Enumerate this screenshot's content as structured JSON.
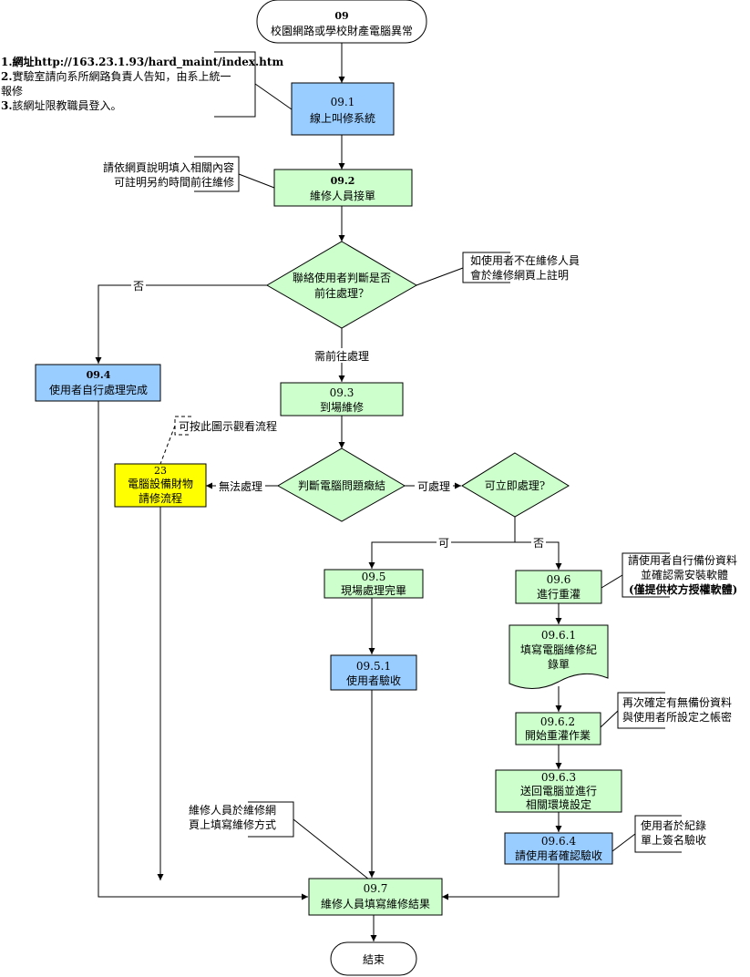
{
  "start": {
    "id": "09",
    "label": "校園網路或學校財產電腦異常"
  },
  "end": {
    "label": "結束"
  },
  "nodes": {
    "n091": {
      "id": "09.1",
      "label": "線上叫修系統"
    },
    "n092": {
      "id": "09.2",
      "label": "維修人員接單"
    },
    "d1": {
      "lines": [
        "聯絡使用者判斷是否",
        "前往處理？"
      ]
    },
    "n094": {
      "id": "09.4",
      "label": "使用者自行處理完成"
    },
    "n093": {
      "id": "09.3",
      "label": "到場維修"
    },
    "d2": {
      "label": "判斷電腦問題癥結"
    },
    "n23": {
      "id": "23",
      "lines": [
        "電腦設備財物",
        "請修流程"
      ]
    },
    "d3": {
      "label": "可立即處理?"
    },
    "n095": {
      "id": "09.5",
      "label": "現場處理完畢"
    },
    "n0951": {
      "id": "09.5.1",
      "label": "使用者驗收"
    },
    "n096": {
      "id": "09.6",
      "label": "進行重灌"
    },
    "n0961": {
      "id": "09.6.1",
      "lines": [
        "填寫電腦維修紀",
        "錄單"
      ]
    },
    "n0962": {
      "id": "09.6.2",
      "label": "開始重灌作業"
    },
    "n0963": {
      "id": "09.6.3",
      "lines": [
        "送回電腦並進行",
        "相關環境設定"
      ]
    },
    "n0964": {
      "id": "09.6.4",
      "label": "請使用者確認驗收"
    },
    "n097": {
      "id": "09.7",
      "label": "維修人員填寫維修結果"
    }
  },
  "edge_labels": {
    "no1": "否",
    "need_go": "需前往處理",
    "cannot": "無法處理",
    "can": "可處理",
    "yes": "可",
    "no2": "否"
  },
  "notes": {
    "n1": [
      {
        "bold": "1.",
        "boldrest": "網址http://163.23.1.93/hard_maint/index.htm"
      },
      {
        "bold": "2.",
        "text": "實驗室請向系所網路負責人告知，由系上統一"
      },
      {
        "text": "報修"
      },
      {
        "bold": "3.",
        "text": "該網址限教職員登入。"
      }
    ],
    "n2": [
      "請依網頁說明填入相關內容",
      "可註明另約時間前往維修"
    ],
    "n3": [
      "如使用者不在維修人員",
      "會於維修網頁上註明"
    ],
    "n4": [
      "可按此圖示觀看流程"
    ],
    "n5": [
      "請使用者自行備份資料",
      "並確認需安裝軟體",
      "(僅提供校方授權軟體)"
    ],
    "n6": [
      "再次確定有無備份資料",
      "與使用者所設定之帳密"
    ],
    "n7": [
      "維修人員於維修網",
      "頁上填寫維修方式"
    ],
    "n8": [
      "使用者於紀錄",
      "單上簽名驗收"
    ]
  },
  "colors": {
    "green": "#ccffcc",
    "blue": "#99ccff",
    "yellow": "#ffff00"
  }
}
